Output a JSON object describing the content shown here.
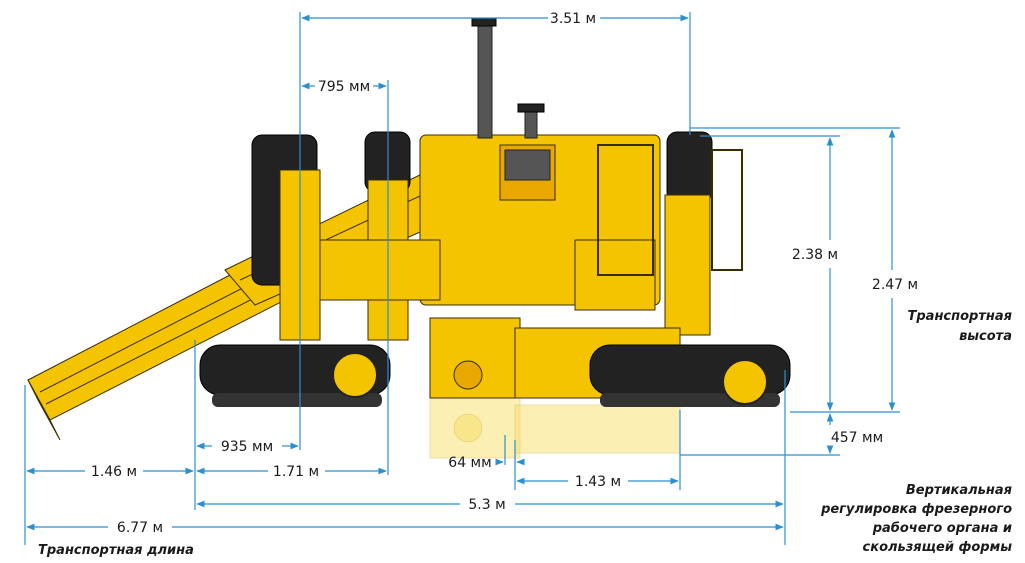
{
  "dimensions": {
    "width_top": "3.51 м",
    "offset_top": "795 мм",
    "height_inner": "2.38 м",
    "height_outer": "2.47 м",
    "lift": "457 мм",
    "offset_935": "935 мм",
    "offset_64": "64 мм",
    "len_146": "1.46 м",
    "len_171": "1.71 м",
    "len_143": "1.43 м",
    "len_53": "5.3 м",
    "len_677": "6.77 м"
  },
  "notes": {
    "transport_height_l1": "Транспортная",
    "transport_height_l2": "высота",
    "transport_length": "Транспортная длина",
    "vertical_l1": "Вертикальная",
    "vertical_l2": "регулировка фрезерного",
    "vertical_l3": "рабочего органа и",
    "vertical_l4": "скользящей формы"
  },
  "colors": {
    "machine_yellow": "#f5c400",
    "dimension_blue": "#2b8fd0",
    "track_black": "#222222"
  }
}
